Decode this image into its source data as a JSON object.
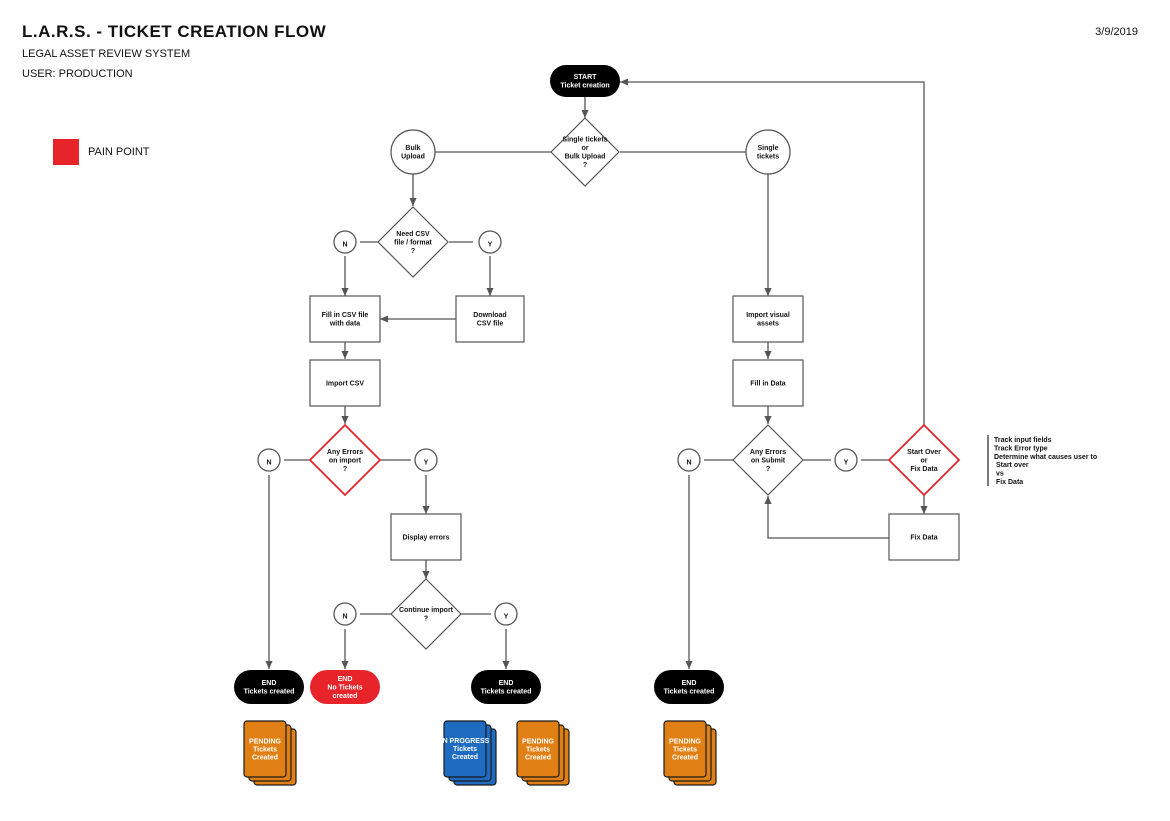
{
  "header": {
    "title": "L.A.R.S. - TICKET CREATION FLOW",
    "subtitle": "LEGAL ASSET REVIEW SYSTEM",
    "user": "USER: PRODUCTION",
    "date": "3/9/2019"
  },
  "legend": {
    "pain_point": "PAIN POINT"
  },
  "colors": {
    "pain": "#e8242b",
    "terminal": "#000000",
    "pending": "#e07f14",
    "in_progress": "#1f6bbf",
    "line": "#555555"
  },
  "nodes": {
    "start": [
      "START",
      "Ticket creation"
    ],
    "single_or_bulk": [
      "Single tickets",
      "or",
      "Bulk Upload",
      "?"
    ],
    "bulk_upload": [
      "Bulk",
      "Upload"
    ],
    "single_tickets": [
      "Single",
      "tickets"
    ],
    "need_csv": [
      "Need CSV",
      "file / format",
      "?"
    ],
    "download_csv": [
      "Download",
      "CSV file"
    ],
    "fill_csv": [
      "Fill in CSV file",
      "with data"
    ],
    "import_csv": [
      "Import CSV"
    ],
    "errors_import": [
      "Any Errors",
      "on import",
      "?"
    ],
    "display_errors": [
      "Display errors"
    ],
    "continue_import": [
      "Continue import",
      "?"
    ],
    "import_visual": [
      "Import visual",
      "assets"
    ],
    "fill_data": [
      "Fill in Data"
    ],
    "errors_submit": [
      "Any Errors",
      "on Submit",
      "?"
    ],
    "start_over": [
      "Start Over",
      "or",
      "Fix Data"
    ],
    "fix_data": [
      "Fix Data"
    ],
    "end_1": [
      "END",
      "Tickets created"
    ],
    "end_no": [
      "END",
      "No Tickets",
      "created"
    ],
    "end_2": [
      "END",
      "Tickets created"
    ],
    "end_3": [
      "END",
      "Tickets created"
    ]
  },
  "decisions": {
    "yes": "Y",
    "no": "N"
  },
  "stacks": {
    "pending_1": [
      "PENDING",
      "Tickets",
      "Created"
    ],
    "in_progress": [
      "IN PROGRESS",
      "Tickets",
      "Created"
    ],
    "pending_2": [
      "PENDING",
      "Tickets",
      "Created"
    ],
    "pending_3": [
      "PENDING",
      "Tickets",
      "Created"
    ]
  },
  "note": [
    "Track input fields",
    "Track Error type",
    "Determine what causes user to",
    " Start over",
    " vs",
    " Fix Data"
  ]
}
